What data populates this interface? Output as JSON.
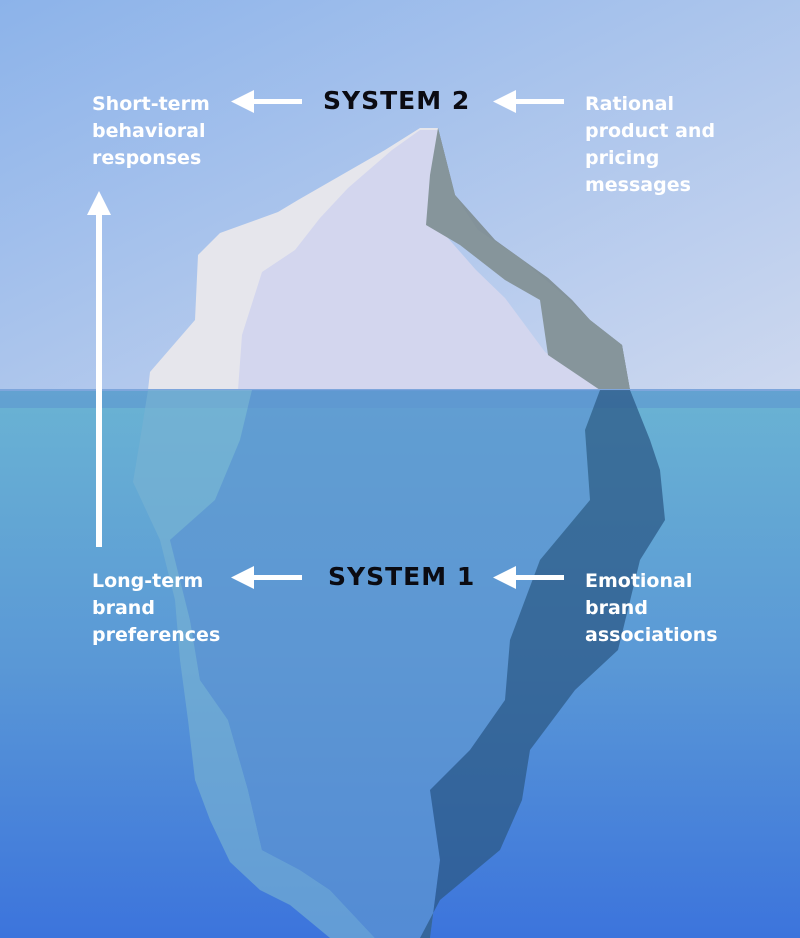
{
  "system2": {
    "title": "SYSTEM 2",
    "left_lines": [
      "Short-term",
      "behavioral",
      "responses"
    ],
    "right_lines": [
      "Rational",
      "product and",
      "pricing",
      "messages"
    ]
  },
  "system1": {
    "title": "SYSTEM 1",
    "left_lines": [
      "Long-term",
      "brand",
      "preferences"
    ],
    "right_lines": [
      "Emotional",
      "brand",
      "associations"
    ]
  },
  "colors": {
    "sky_top": "#8fb6ea",
    "sky_bottom": "#c7d6ef",
    "water_top": "#6eb4d2",
    "water_bottom": "#3f78db",
    "ice_light": "#e8e8ee",
    "ice_mid": "#d2d6ee",
    "ice_shadow": "#808d93",
    "arrow": "#ffffff",
    "system_text": "#0b0b12",
    "label_text": "#ffffff"
  }
}
